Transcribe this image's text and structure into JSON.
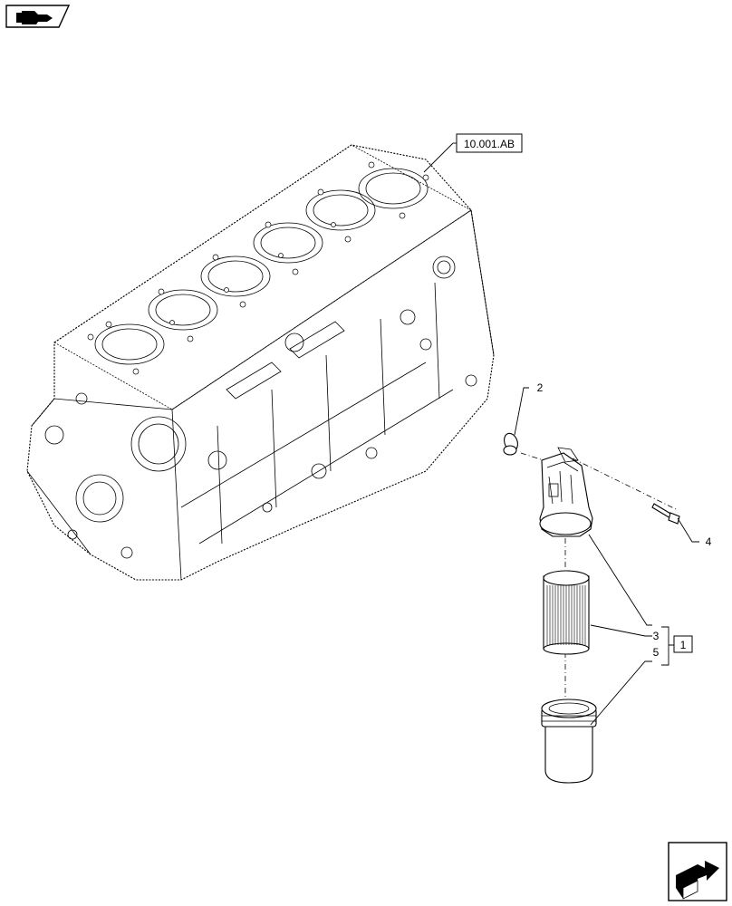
{
  "icons": {
    "top_left": "catalogue-arrow-icon",
    "bottom_right": "navigation-arrow-icon"
  },
  "reference": {
    "label": "10.001.AB"
  },
  "callouts": {
    "oring": "2",
    "bolt": "4",
    "filter_element": "3",
    "filter_bowl": "5",
    "kit": "1"
  }
}
